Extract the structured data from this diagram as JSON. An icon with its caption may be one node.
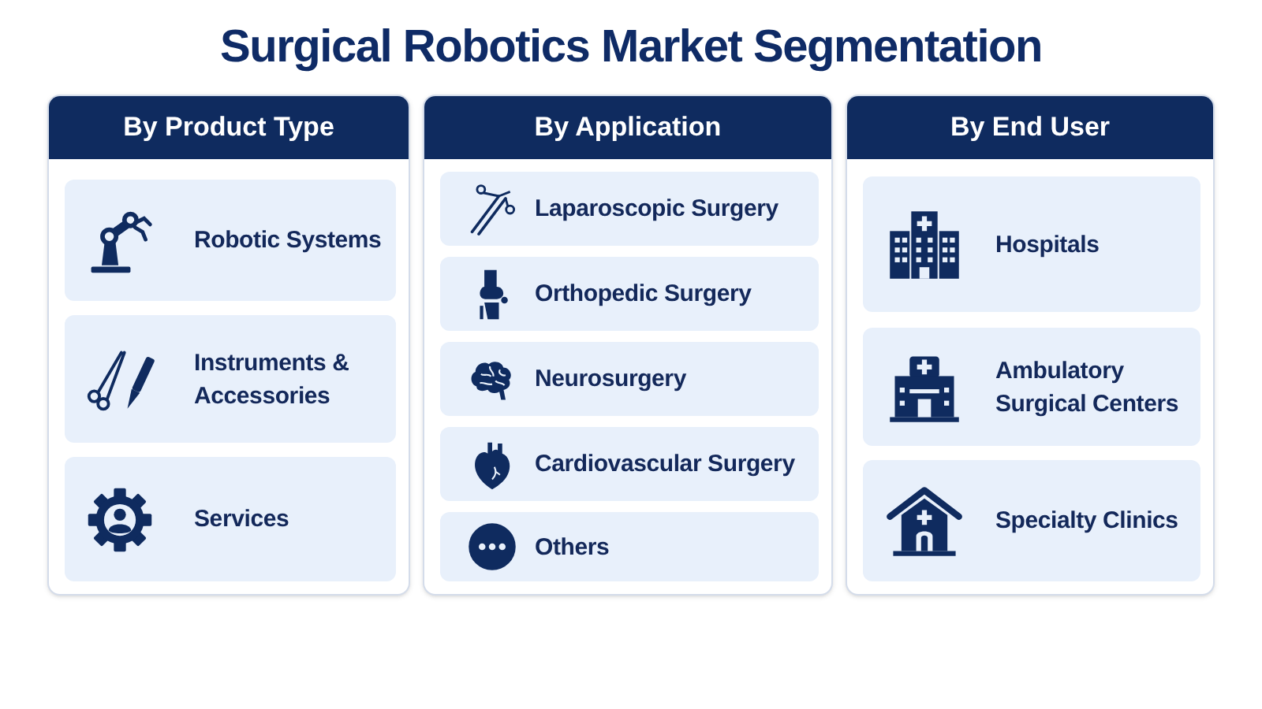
{
  "diagram": {
    "title": "Surgical Robotics Market Segmentation",
    "nodes": [
      {
        "text": [
          "By Product Type"
        ]
      },
      {
        "text": [
          "Robotic Systems"
        ],
        "in": 0
      },
      {
        "text": [
          "Instruments & Accessories"
        ],
        "in": 0
      },
      {
        "text": [
          "Services"
        ],
        "in": 0
      },
      {
        "text": [
          "By Application"
        ]
      },
      {
        "text": [
          "Laparoscopic Surgery"
        ],
        "in": 4
      },
      {
        "text": [
          "Orthopedic Surgery"
        ],
        "in": 4
      },
      {
        "text": [
          "Neurosurgery"
        ],
        "in": 4
      },
      {
        "text": [
          "Cardiovascular Surgery"
        ],
        "in": 4
      },
      {
        "text": [
          "Others"
        ],
        "in": 4
      },
      {
        "text": [
          "By End User"
        ]
      },
      {
        "text": [
          "Hospitals"
        ],
        "in": 10
      },
      {
        "text": [
          "Ambulatory Surgical Centers"
        ],
        "in": 10
      },
      {
        "text": [
          "Specialty Clinics"
        ],
        "in": 10
      }
    ]
  }
}
